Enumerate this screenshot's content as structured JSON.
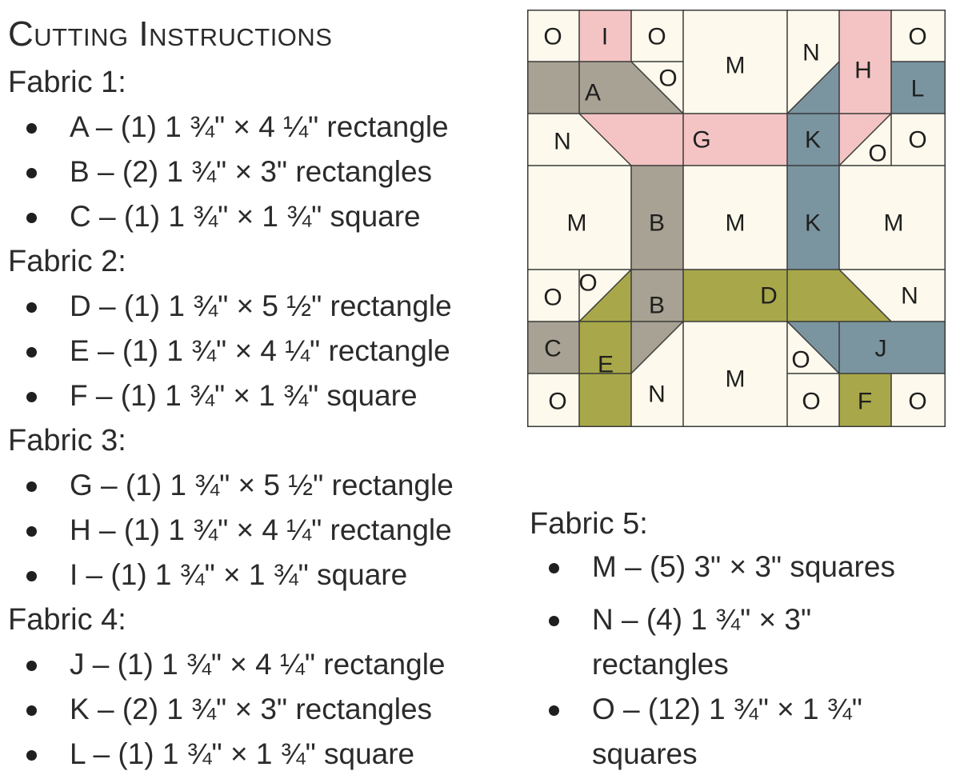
{
  "title": "Cutting Instructions",
  "fabrics": [
    {
      "heading": "Fabric 1:",
      "items": [
        "A – (1) 1 ¾\" × 4 ¼\" rectangle",
        "B – (2) 1 ¾\" × 3\" rectangles",
        "C – (1) 1 ¾\" × 1 ¾\" square"
      ]
    },
    {
      "heading": "Fabric 2:",
      "items": [
        "D – (1) 1 ¾\" × 5 ½\" rectangle",
        "E – (1) 1 ¾\" × 4 ¼\" rectangle",
        "F – (1) 1 ¾\" × 1 ¾\" square"
      ]
    },
    {
      "heading": "Fabric 3:",
      "items": [
        "G – (1) 1 ¾\" × 5 ½\" rectangle",
        "H – (1) 1 ¾\" × 4 ¼\" rectangle",
        "I – (1) 1 ¾\" × 1 ¾\" square"
      ]
    },
    {
      "heading": "Fabric 4:",
      "items": [
        "J – (1) 1 ¾\" × 4 ¼\" rectangle",
        "K – (2) 1 ¾\" × 3\" rectangles",
        "L – (1) 1 ¾\" × 1 ¾\" square"
      ]
    },
    {
      "heading": "Fabric 5:",
      "items": [
        "M – (5) 3\" × 3\" squares",
        "N – (4) 1 ¾\" × 3\" rectangles",
        "O – (12) 1 ¾\" × 1 ¾\" squares"
      ]
    }
  ],
  "fabric5_wrapped": {
    "n_line1": "N – (4) 1 ¾\" × 3\"",
    "n_line2": "rectangles",
    "o_line1": "O – (12) 1 ¾\" × 1 ¾\"",
    "o_line2": "squares"
  },
  "colors": {
    "fabric1": "#a8a294",
    "fabric2": "#a8a84a",
    "fabric3": "#f4c4c4",
    "fabric4": "#7a95a0",
    "fabric5": "#fdf9ec",
    "seam": "#3a3a3a"
  },
  "block_labels": {
    "A": "A",
    "B": "B",
    "C": "C",
    "D": "D",
    "E": "E",
    "F": "F",
    "G": "G",
    "H": "H",
    "I": "I",
    "J": "J",
    "K": "K",
    "L": "L",
    "M": "M",
    "N": "N",
    "O": "O"
  }
}
